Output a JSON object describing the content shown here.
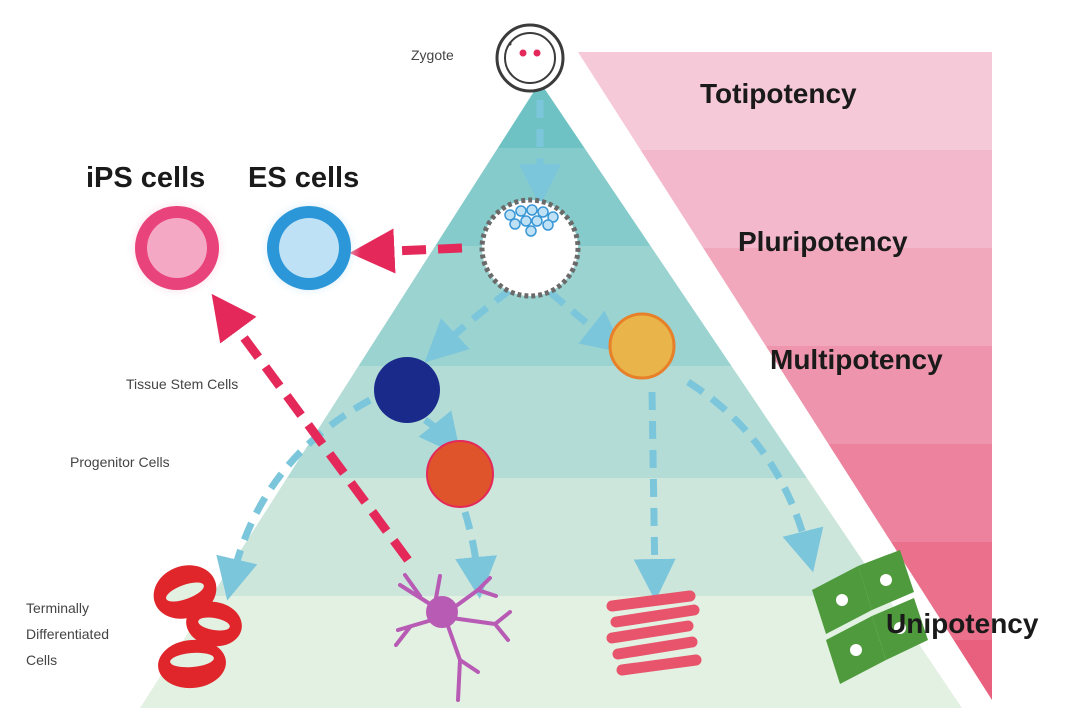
{
  "labels": {
    "zygote": "Zygote",
    "ips_cells": "iPS cells",
    "es_cells": "ES cells",
    "tissue_stem": "Tissue Stem Cells",
    "progenitor": "Progenitor Cells",
    "terminal_line1": "Terminally",
    "terminal_line2": "Differentiated",
    "terminal_line3": "Cells"
  },
  "potency": {
    "totipotency": "Totipotency",
    "pluripotency": "Pluripotency",
    "multipotency": "Multipotency",
    "unipotency": "Unipotency"
  },
  "colors": {
    "pyramid_top": "#6fc2c4",
    "pyramid_bottom": "#e3f1e2",
    "potency_top": "#f6c9d8",
    "potency_bottom": "#e9607e",
    "ips_outer": "#e8437a",
    "ips_inner": "#f4a8c4",
    "es_outer": "#2c97d8",
    "es_inner": "#bfe1f6",
    "arrow_blue": "#7cc6dc",
    "arrow_red": "#e4285a",
    "tissue_stem": "#1a2a8a",
    "progenitor": "#e0542c",
    "multipotent_orange": "#e9b44a",
    "rbc": "#e0262b",
    "neuron": "#b85bb4",
    "muscle": "#e8546c",
    "epithelial": "#4f9a3c"
  }
}
